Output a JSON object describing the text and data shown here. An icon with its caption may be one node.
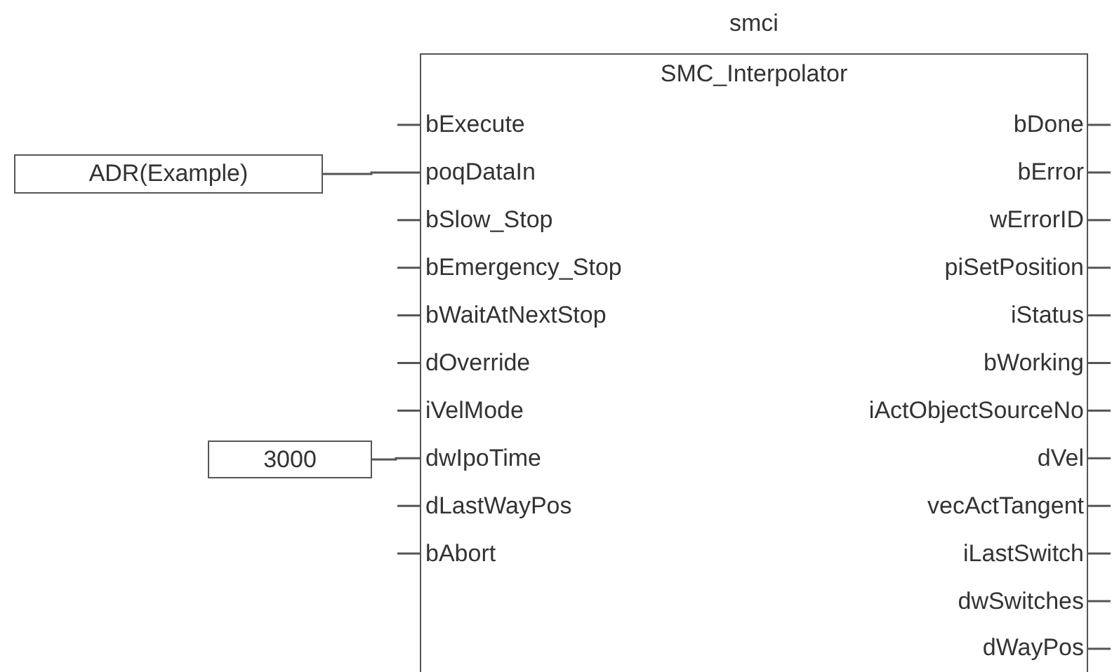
{
  "diagram": {
    "nodes": [
      {
        "text": [
          "smci",
          "SMC_Interpolator"
        ]
      },
      {
        "text": [
          "bExecute"
        ],
        "in": 0
      },
      {
        "text": [
          "poqDataIn"
        ],
        "in": 0
      },
      {
        "text": [
          "bSlow_Stop"
        ],
        "in": 0
      },
      {
        "text": [
          "bEmergency_Stop"
        ],
        "in": 0
      },
      {
        "text": [
          "bWaitAtNextStop"
        ],
        "in": 0
      },
      {
        "text": [
          "dOverride"
        ],
        "in": 0
      },
      {
        "text": [
          "iVelMode"
        ],
        "in": 0
      },
      {
        "text": [
          "dwIpoTime"
        ],
        "in": 0
      },
      {
        "text": [
          "dLastWayPos"
        ],
        "in": 0
      },
      {
        "text": [
          "bAbort"
        ],
        "in": 0
      },
      {
        "text": [
          "bDone"
        ],
        "in": 0
      },
      {
        "text": [
          "bError"
        ],
        "in": 0
      },
      {
        "text": [
          "wErrorID"
        ],
        "in": 0
      },
      {
        "text": [
          "piSetPosition"
        ],
        "in": 0
      },
      {
        "text": [
          "iStatus"
        ],
        "in": 0
      },
      {
        "text": [
          "bWorking"
        ],
        "in": 0
      },
      {
        "text": [
          "iActObjectSourceNo"
        ],
        "in": 0
      },
      {
        "text": [
          "dVel"
        ],
        "in": 0
      },
      {
        "text": [
          "vecActTangent"
        ],
        "in": 0
      },
      {
        "text": [
          "iLastSwitch"
        ],
        "in": 0
      },
      {
        "text": [
          "dwSwitches"
        ],
        "in": 0
      },
      {
        "text": [
          "dWayPos"
        ],
        "in": 0
      },
      {
        "text": [
          "ADR(Example)"
        ]
      },
      {
        "text": [
          "3000"
        ]
      }
    ],
    "edges": [
      {
        "from": 23,
        "to": 2,
        "arrow": "none"
      },
      {
        "from": 24,
        "to": 8,
        "arrow": "none"
      }
    ]
  }
}
